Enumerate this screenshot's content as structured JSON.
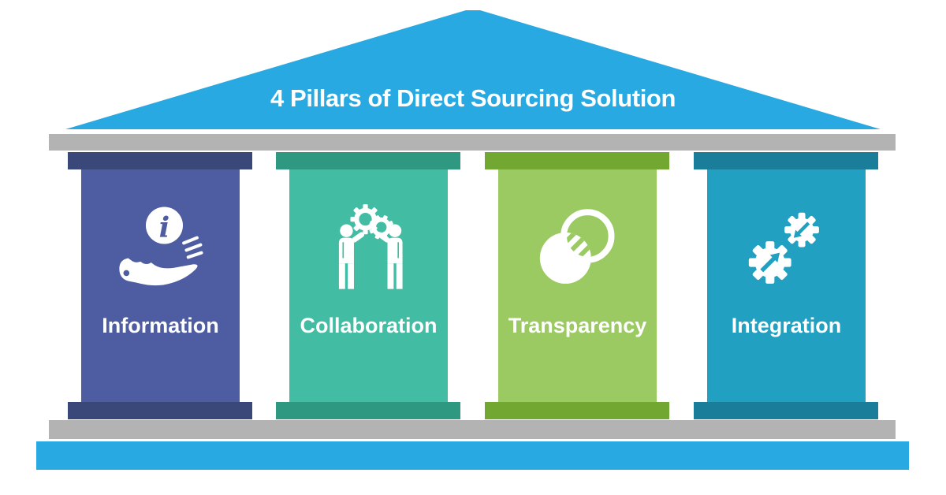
{
  "title": "4 Pillars of Direct Sourcing Solution",
  "pillars": [
    {
      "label": "Information",
      "icon": "info-hand-icon",
      "body_color": "#4E5DA1",
      "cap_color": "#3A4779"
    },
    {
      "label": "Collaboration",
      "icon": "people-gears-icon",
      "body_color": "#42BCA2",
      "cap_color": "#2F9881"
    },
    {
      "label": "Transparency",
      "icon": "overlapping-circles-icon",
      "body_color": "#9BCA63",
      "cap_color": "#72A732"
    },
    {
      "label": "Integration",
      "icon": "gears-arrows-icon",
      "body_color": "#21A0C2",
      "cap_color": "#1A7D9A"
    }
  ],
  "colors": {
    "roof_blue": "#29A9E1",
    "base_bar_blue": "#29A9E1",
    "beam_gray": "#B3B3B3",
    "text_white": "#FFFFFF"
  }
}
